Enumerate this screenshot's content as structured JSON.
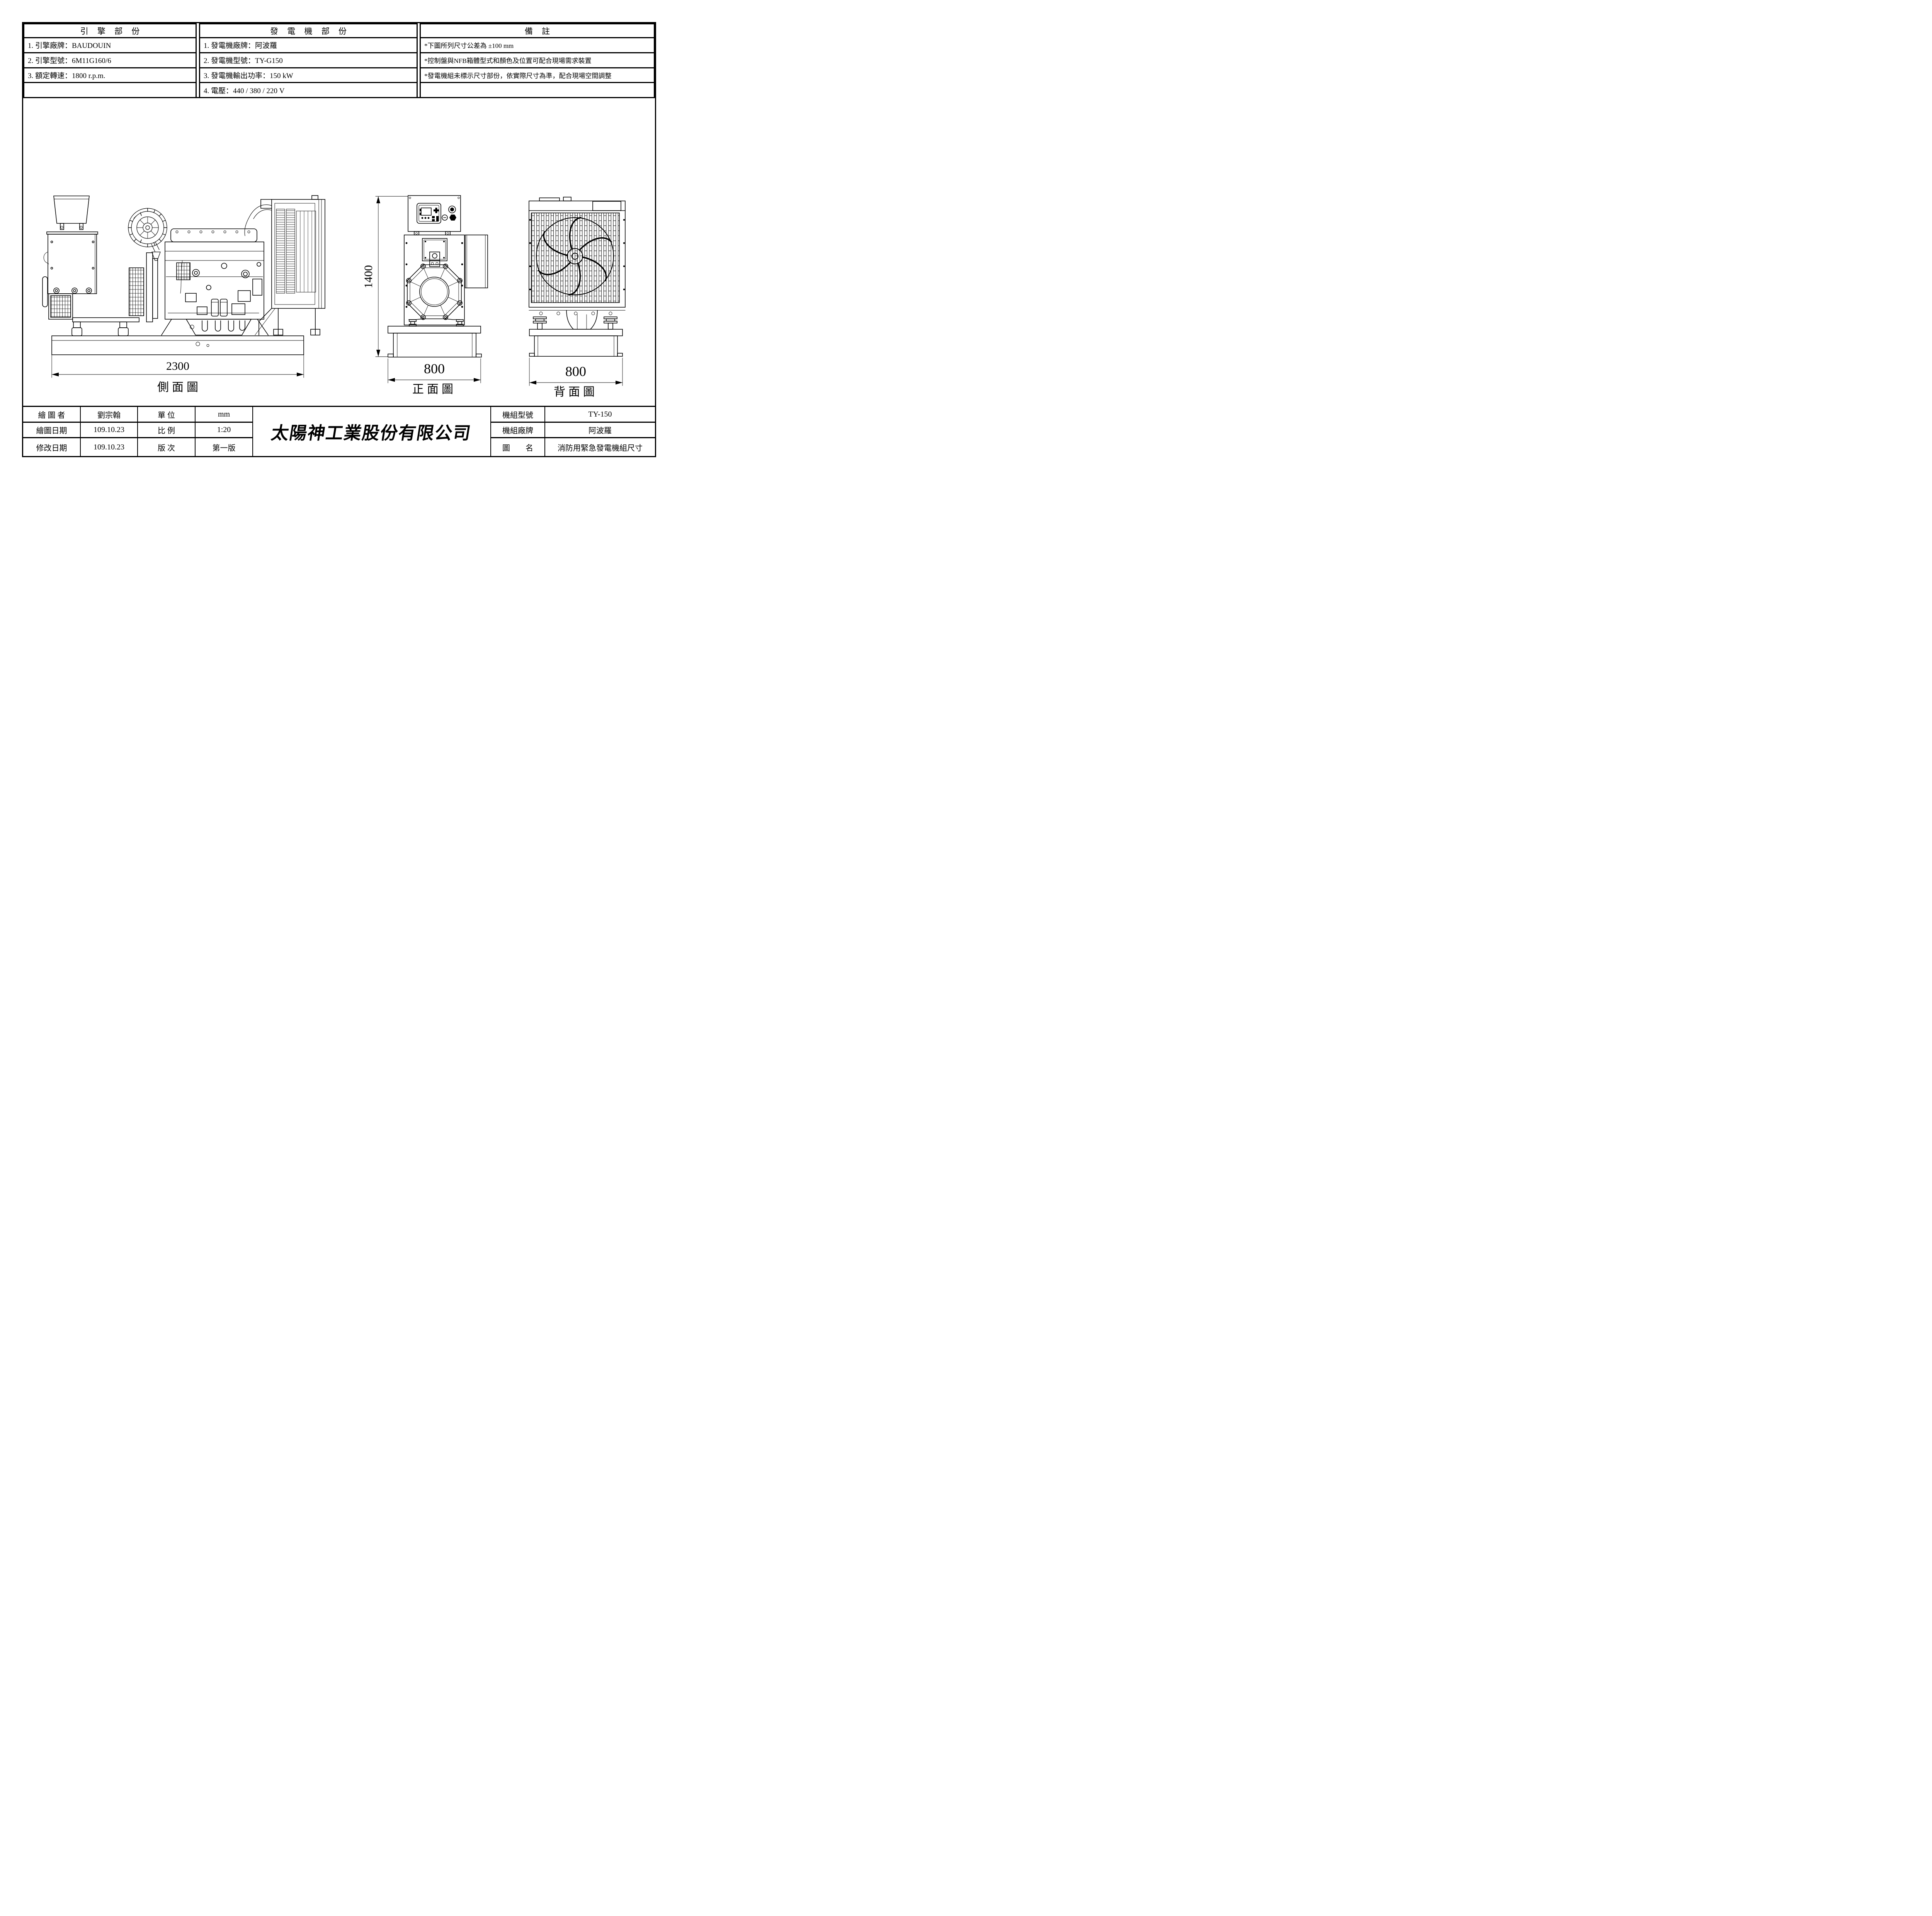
{
  "tables": {
    "engine": {
      "title": "引 擎 部 份",
      "rows": [
        "1. 引擎廠牌：BAUDOUIN",
        "2. 引擎型號：6M11G160/6",
        "3. 額定轉速：1800 r.p.m.",
        ""
      ]
    },
    "generator": {
      "title": "發 電 機 部 份",
      "rows": [
        "1. 發電機廠牌：阿波羅",
        "2. 發電機型號：TY-G150",
        "3. 發電機輸出功率：150 kW",
        "4. 電壓：440 / 380 / 220 V"
      ]
    },
    "notes": {
      "title": "備 註",
      "rows": [
        "*下圖所列尺寸公差為 ±100 mm",
        "*控制盤與NFB箱體型式和顏色及位置可配合現場需求裝置",
        "*發電機組未標示尺寸部份，依實際尺寸為準，配合現場空間調整",
        ""
      ]
    }
  },
  "views": {
    "side": {
      "label": "側面圖",
      "width_dim": "2300"
    },
    "front": {
      "label": "正面圖",
      "width_dim": "800",
      "height_dim": "1400"
    },
    "back": {
      "label": "背面圖",
      "width_dim": "800"
    }
  },
  "title_block": {
    "company": "太陽神工業股份有限公司",
    "rows": [
      {
        "c1": "繪 圖 者",
        "v1": "劉宗翰",
        "c2": "單 位",
        "v2": "mm",
        "c3": "機組型號",
        "v3": "TY-150"
      },
      {
        "c1": "繪圖日期",
        "v1": "109.10.23",
        "c2": "比 例",
        "v2": "1:20",
        "c3": "機組廠牌",
        "v3": "阿波羅"
      },
      {
        "c1": "修改日期",
        "v1": "109.10.23",
        "c2": "版 次",
        "v2": "第一版",
        "c3": "圖　　名",
        "v3": "消防用緊急發電機組尺寸"
      }
    ]
  }
}
